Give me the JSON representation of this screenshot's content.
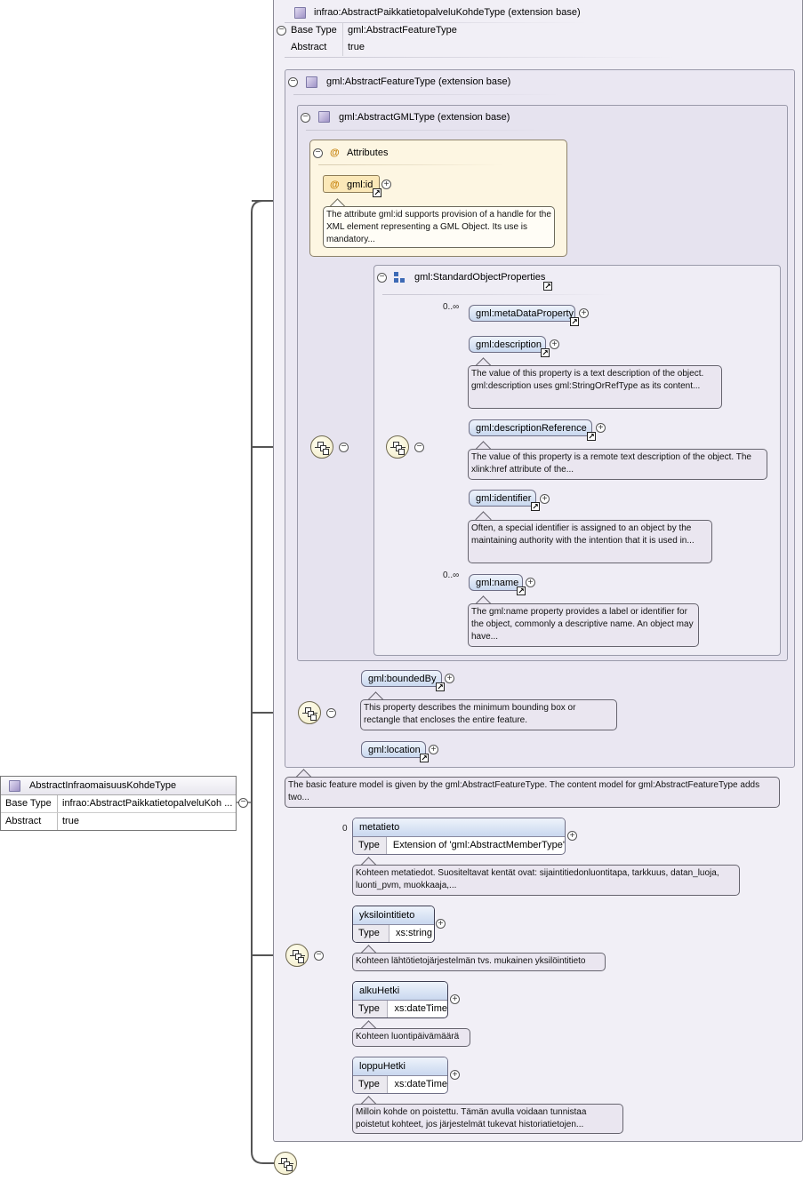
{
  "root": {
    "name": "AbstractInfraomaisuusKohdeType",
    "rows": [
      {
        "key": "Base Type",
        "value": "infrao:AbstractPaikkatietopalveluKoh ..."
      },
      {
        "key": "Abstract",
        "value": "true"
      }
    ]
  },
  "ext_base": {
    "title": "infrao:AbstractPaikkatietopalveluKohdeType (extension base)",
    "rows": [
      {
        "key": "Base Type",
        "value": "gml:AbstractFeatureType"
      },
      {
        "key": "Abstract",
        "value": "true"
      }
    ]
  },
  "feature_ext": {
    "title": "gml:AbstractFeatureType (extension base)"
  },
  "gml_ext": {
    "title": "gml:AbstractGMLType (extension base)"
  },
  "attributes": {
    "title": "Attributes",
    "gml_id": "gml:id",
    "gml_id_note": "The attribute gml:id supports provision of a handle for the XML element representing a GML Object. Its use is mandatory..."
  },
  "sop": {
    "title": "gml:StandardObjectProperties",
    "metaDataProperty": {
      "label": "gml:metaDataProperty",
      "occurs": "0..∞"
    },
    "description": {
      "label": "gml:description",
      "note": "The value of this property is a text description of the object. gml:description uses gml:StringOrRefType as its content..."
    },
    "descriptionReference": {
      "label": "gml:descriptionReference",
      "note": "The value of this property is a remote text description of the object. The xlink:href attribute of the..."
    },
    "identifier": {
      "label": "gml:identifier",
      "note": "Often, a special identifier is assigned to an object by the maintaining authority with the intention that it is used in..."
    },
    "name": {
      "label": "gml:name",
      "occurs": "0..∞",
      "note": "The gml:name property provides a label or identifier for the object, commonly a descriptive name. An object may have..."
    }
  },
  "boundedBy": {
    "label": "gml:boundedBy",
    "note": "This property describes the minimum bounding box or rectangle that encloses the entire feature."
  },
  "location": {
    "label": "gml:location"
  },
  "feature_note": "The basic feature model is given by the gml:AbstractFeatureType. The content model for gml:AbstractFeatureType adds two...",
  "metatieto": {
    "label": "metatieto",
    "occurs": "0",
    "type_key": "Type",
    "type": "Extension of 'gml:AbstractMemberType'",
    "note": "Kohteen metatiedot. Suositeltavat kentät ovat: sijaintitiedonluontitapa, tarkkuus, datan_luoja, luonti_pvm, muokkaaja,..."
  },
  "yksilointitieto": {
    "label": "yksilointitieto",
    "type_key": "Type",
    "type": "xs:string",
    "note": "Kohteen lähtötietojärjestelmän tvs. mukainen yksilöintitieto"
  },
  "alkuHetki": {
    "label": "alkuHetki",
    "type_key": "Type",
    "type": "xs:dateTime",
    "note": "Kohteen luontipäivämäärä"
  },
  "loppuHetki": {
    "label": "loppuHetki",
    "type_key": "Type",
    "type": "xs:dateTime",
    "note": "Milloin kohde on poistettu. Tämän avulla voidaan tunnistaa poistetut kohteet, jos järjestelmät tukevat historiatietojen..."
  }
}
